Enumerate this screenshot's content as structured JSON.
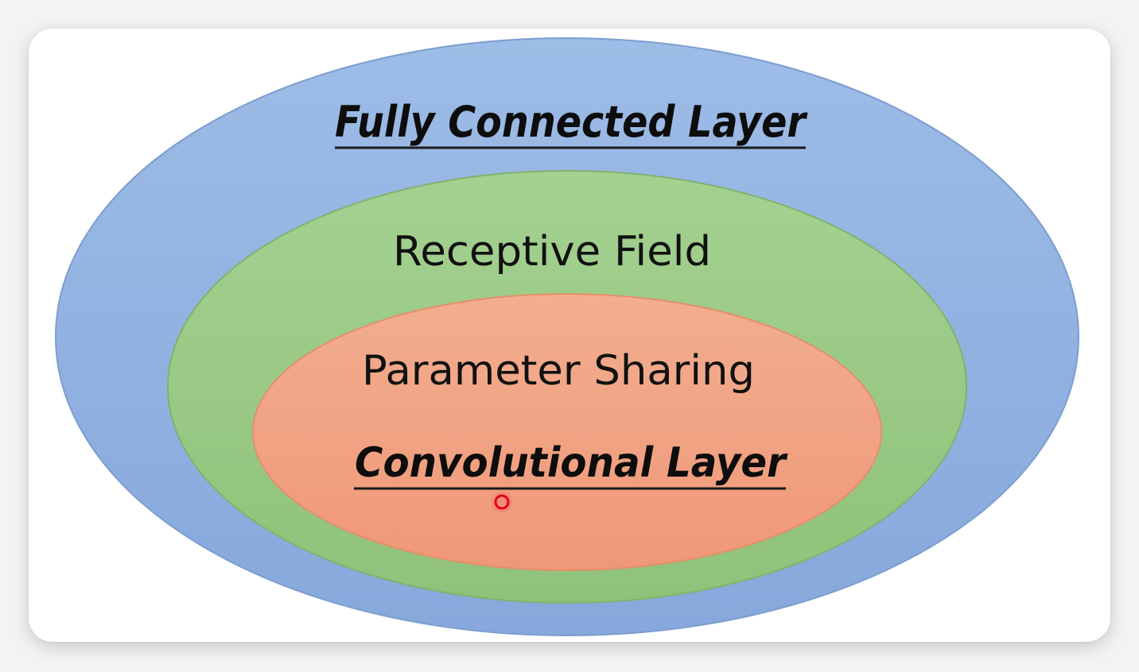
{
  "diagram": {
    "outer": {
      "label": "Fully Connected Layer",
      "fill": "#8fb0de",
      "stroke": "#7a9ccb"
    },
    "middle": {
      "label": "Receptive Field",
      "fill": "#9bcb86",
      "stroke": "#7fb069"
    },
    "inner": {
      "label": "Parameter Sharing",
      "fill": "#f1a381",
      "stroke": "#e58a66"
    },
    "core": {
      "label": "Convolutional Layer"
    }
  },
  "cursor": {
    "color": "#e0001a"
  }
}
